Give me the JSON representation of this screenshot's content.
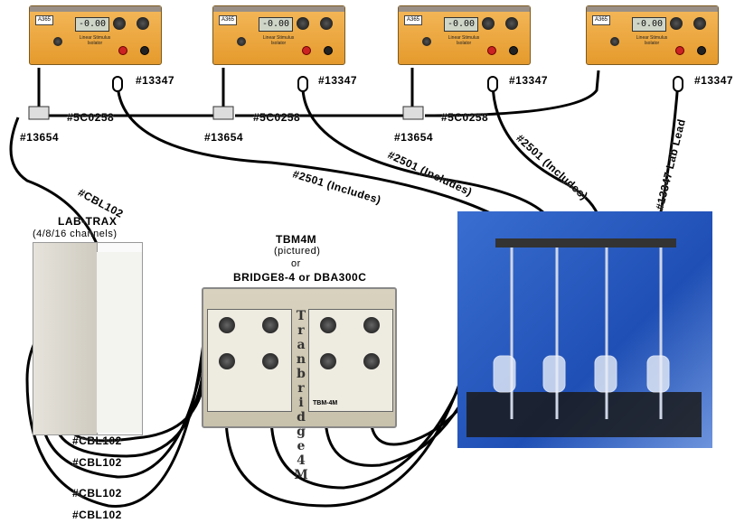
{
  "stimulators": [
    {
      "display": "-0.00",
      "badge": "A365",
      "caption": "Linear Stimulus Isolator"
    },
    {
      "display": "-0.00",
      "badge": "A365",
      "caption": "Linear Stimulus Isolator"
    },
    {
      "display": "-0.00",
      "badge": "A365",
      "caption": "Linear Stimulus Isolator"
    },
    {
      "display": "-0.00",
      "badge": "A365",
      "caption": "Linear Stimulus Isolator"
    }
  ],
  "labels": {
    "stim_cable_1": "#13347",
    "stim_cable_2": "#13347",
    "stim_cable_3": "#13347",
    "stim_cable_4": "#13347",
    "bnc_cable_1": "#5C0258",
    "bnc_cable_2": "#5C0258",
    "bnc_cable_3": "#5C0258",
    "tee_1": "#13654",
    "tee_2": "#13654",
    "tee_3": "#13654",
    "diag_1": "#2501 (Includes)",
    "diag_2": "#2501 (Includes)",
    "diag_3": "#2501 (Includes)",
    "diag_4": "#13347 Lab Lead",
    "cbl_top": "#CBL102",
    "daq_title": "LAB-TRAX",
    "daq_sub": "(4/8/16 channels)",
    "amp_title": "TBM4M",
    "amp_sub1": "(pictured)",
    "amp_sub2": "or",
    "amp_sub3": "BRIDGE8-4 or DBA300C",
    "cbl_1": "#CBL102",
    "cbl_2": "#CBL102",
    "cbl_3": "#CBL102",
    "cbl_4": "#CBL102",
    "amp_vertical": "Tranbridge4M",
    "amp_model": "TBM-4M"
  },
  "colors": {
    "stimulator": "#e9a53a",
    "bath_background": "#2b5fc4",
    "cable": "#000000"
  }
}
